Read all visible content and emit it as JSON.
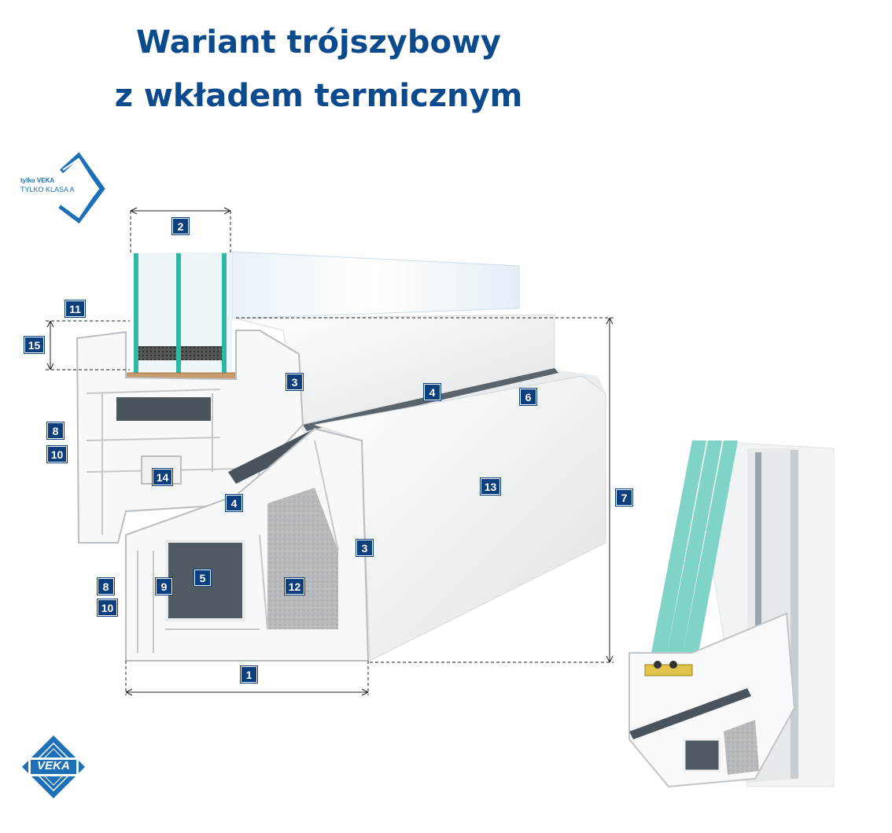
{
  "title": {
    "line1": "Wariant trójszybowy",
    "line2": "z wkładem termicznym"
  },
  "klasa_logo": {
    "line1": "tylko VEKA",
    "line2": "TYLKO KLASA A"
  },
  "brand_logo": {
    "text": "VEKA"
  },
  "labels": {
    "l1": "1",
    "l2": "2",
    "l3a": "3",
    "l3b": "3",
    "l4a": "4",
    "l4b": "4",
    "l5": "5",
    "l6": "6",
    "l7": "7",
    "l8a": "8",
    "l8b": "8",
    "l9": "9",
    "l10a": "10",
    "l10b": "10",
    "l11": "11",
    "l12": "12",
    "l13": "13",
    "l14": "14",
    "l15": "15"
  },
  "colors": {
    "title": "#0b4a8c",
    "badge": "#0d3f7f",
    "logo_blue": "#1d6fb8",
    "glass": "#2fb7a5",
    "steel": "#4a545c",
    "foam": "#b9bcbf",
    "profile": "#f2f3f4"
  }
}
